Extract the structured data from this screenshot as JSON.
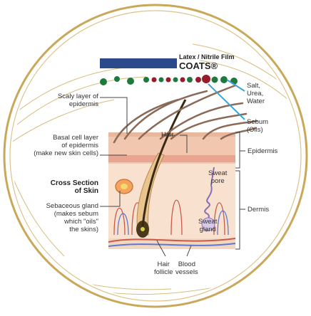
{
  "film_label": {
    "line1": "Latex / Nitrile Film",
    "line2": "COATS®"
  },
  "molecules": {
    "right": [
      "Salt,",
      "Urea,",
      "Water"
    ],
    "sebum": [
      "Sebum",
      "(Oils)"
    ]
  },
  "left_labels": {
    "scaly": [
      "Scaly layer of",
      "epidermis"
    ],
    "basal": [
      "Basal cell layer",
      "of epidermis",
      "(make new skin cells)"
    ],
    "cross_section": [
      "Cross Section",
      "of Skin"
    ],
    "sebaceous": [
      "Sebaceous gland",
      "(makes sebum",
      "which \"oils\"",
      "the skins)"
    ]
  },
  "inner_labels": {
    "hair": "Hair",
    "sweat_pore": [
      "Sweat",
      "pore"
    ],
    "sweat_gland": [
      "Sweat",
      "gland"
    ]
  },
  "right_labels": {
    "epidermis": "Epidermis",
    "dermis": "Dermis"
  },
  "bottom_labels": {
    "follicle": [
      "Hair",
      "follicle"
    ],
    "vessels": [
      "Blood",
      "vessels"
    ]
  },
  "colors": {
    "ring": "#c9a85a",
    "film_bar": "#2b4a8c",
    "dot_green": "#1e7a3c",
    "dot_red": "#9a1a2a",
    "pointer": "#3aa6d8",
    "epidermis": "#f2c7b0",
    "dermis": "#f8e1cf"
  }
}
